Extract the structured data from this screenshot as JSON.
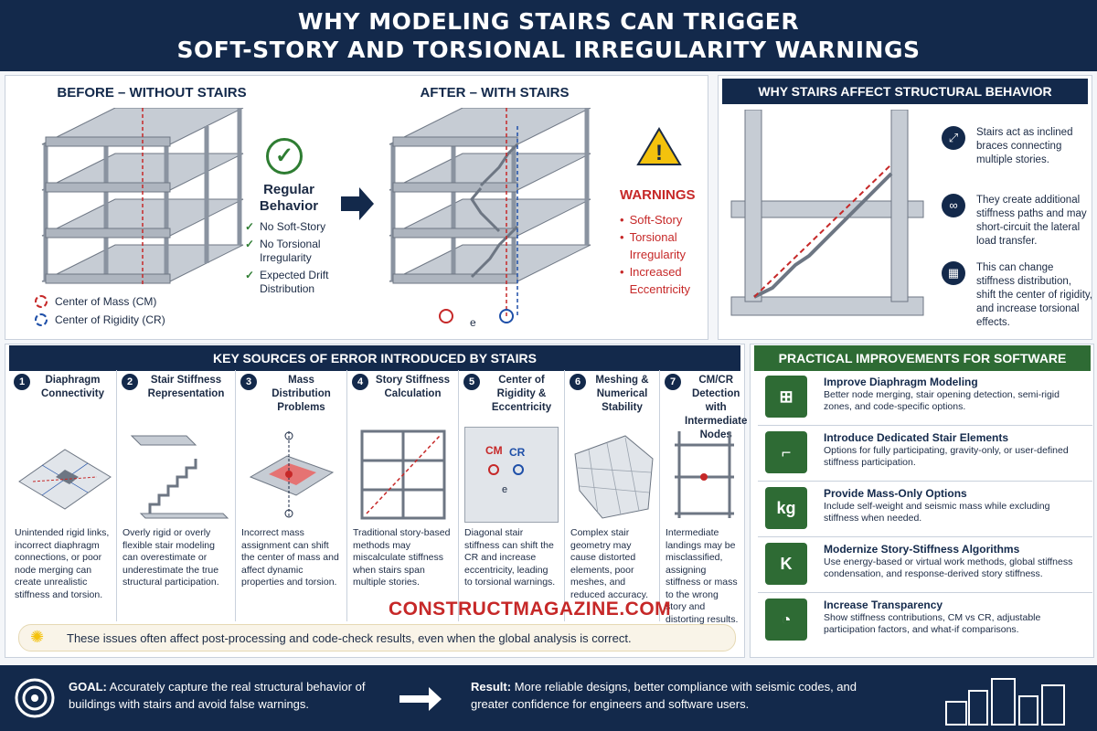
{
  "header": {
    "line1": "WHY MODELING STAIRS CAN TRIGGER",
    "line2": "SOFT-STORY AND TORSIONAL IRREGULARITY WARNINGS"
  },
  "before": {
    "title": "BEFORE – WITHOUT STAIRS",
    "status_title": "Regular Behavior",
    "checks": [
      "No Soft-Story",
      "No Torsional Irregularity",
      "Expected Drift Distribution"
    ],
    "legend_cm": "Center of Mass (CM)",
    "legend_cr": "Center of Rigidity (CR)"
  },
  "after": {
    "title": "AFTER – WITH STAIRS",
    "warn_title": "WARNINGS",
    "warnings": [
      "Soft-Story",
      "Torsional Irregularity",
      "Increased Eccentricity"
    ],
    "e_label": "e"
  },
  "why": {
    "title": "WHY STAIRS AFFECT STRUCTURAL BEHAVIOR",
    "items": [
      {
        "icon": "arrows-icon",
        "text": "Stairs act as inclined braces connecting multiple stories."
      },
      {
        "icon": "link-icon",
        "text": "They create additional stiffness paths and may short-circuit the lateral load transfer."
      },
      {
        "icon": "building-icon",
        "text": "This can change stiffness distribution, shift the center of rigidity, and increase torsional effects."
      }
    ]
  },
  "sources": {
    "title": "KEY SOURCES OF ERROR INTRODUCED BY STAIRS",
    "items": [
      {
        "num": "1",
        "title": "Diaphragm Connectivity",
        "desc": "Unintended rigid links, incorrect diaphragm connections, or poor node merging can create unrealistic stiffness and torsion."
      },
      {
        "num": "2",
        "title": "Stair Stiffness Representation",
        "desc": "Overly rigid or overly flexible stair modeling can overestimate or underestimate the true structural participation."
      },
      {
        "num": "3",
        "title": "Mass Distribution Problems",
        "desc": "Incorrect mass assignment can shift the center of mass and affect dynamic properties and torsion."
      },
      {
        "num": "4",
        "title": "Story Stiffness Calculation",
        "desc": "Traditional story-based methods may miscalculate stiffness when stairs span multiple stories."
      },
      {
        "num": "5",
        "title": "Center of Rigidity & Eccentricity",
        "desc": "Diagonal stair stiffness can shift the CR and increase eccentricity, leading to torsional warnings."
      },
      {
        "num": "6",
        "title": "Meshing & Numerical Stability",
        "desc": "Complex stair geometry may cause distorted elements, poor meshes, and reduced accuracy."
      },
      {
        "num": "7",
        "title": "CM/CR Detection with Intermediate Nodes",
        "desc": "Intermediate landings may be misclassified, assigning stiffness or mass to the wrong story and distorting results."
      }
    ],
    "cm_label": "CM",
    "cr_label": "CR",
    "e_label": "e",
    "watermark": "CONSTRUCTMAGAZINE.COM",
    "note": "These issues often affect post-processing and code-check results, even when the global analysis is correct."
  },
  "improvements": {
    "title": "PRACTICAL IMPROVEMENTS FOR SOFTWARE",
    "items": [
      {
        "icon": "node-grid-icon",
        "glyph": "⊞",
        "title": "Improve Diaphragm Modeling",
        "desc": "Better node merging, stair opening detection, semi-rigid zones, and code-specific options."
      },
      {
        "icon": "stairs-icon",
        "glyph": "⌐",
        "title": "Introduce Dedicated Stair Elements",
        "desc": "Options for fully participating, gravity-only, or user-defined stiffness participation."
      },
      {
        "icon": "weight-icon",
        "glyph": "kg",
        "title": "Provide Mass-Only Options",
        "desc": "Include self-weight and seismic mass while excluding stiffness when needed."
      },
      {
        "icon": "k-icon",
        "glyph": "K",
        "title": "Modernize Story-Stiffness Algorithms",
        "desc": "Use energy-based or virtual work methods, global stiffness condensation, and response-derived story stiffness."
      },
      {
        "icon": "pie-chart-icon",
        "glyph": "◔",
        "title": "Increase Transparency",
        "desc": "Show stiffness contributions, CM vs CR, adjustable participation factors, and what-if comparisons."
      }
    ]
  },
  "footer": {
    "goal_label": "GOAL:",
    "goal_text": "Accurately capture the real structural behavior of buildings with stairs and avoid false warnings.",
    "result_label": "Result:",
    "result_text": "More reliable designs, better compliance with seismic codes, and greater confidence for engineers and software users."
  },
  "colors": {
    "navy": "#13294b",
    "green": "#2e6b34",
    "red": "#c62828",
    "blue": "#1e4fa8"
  }
}
